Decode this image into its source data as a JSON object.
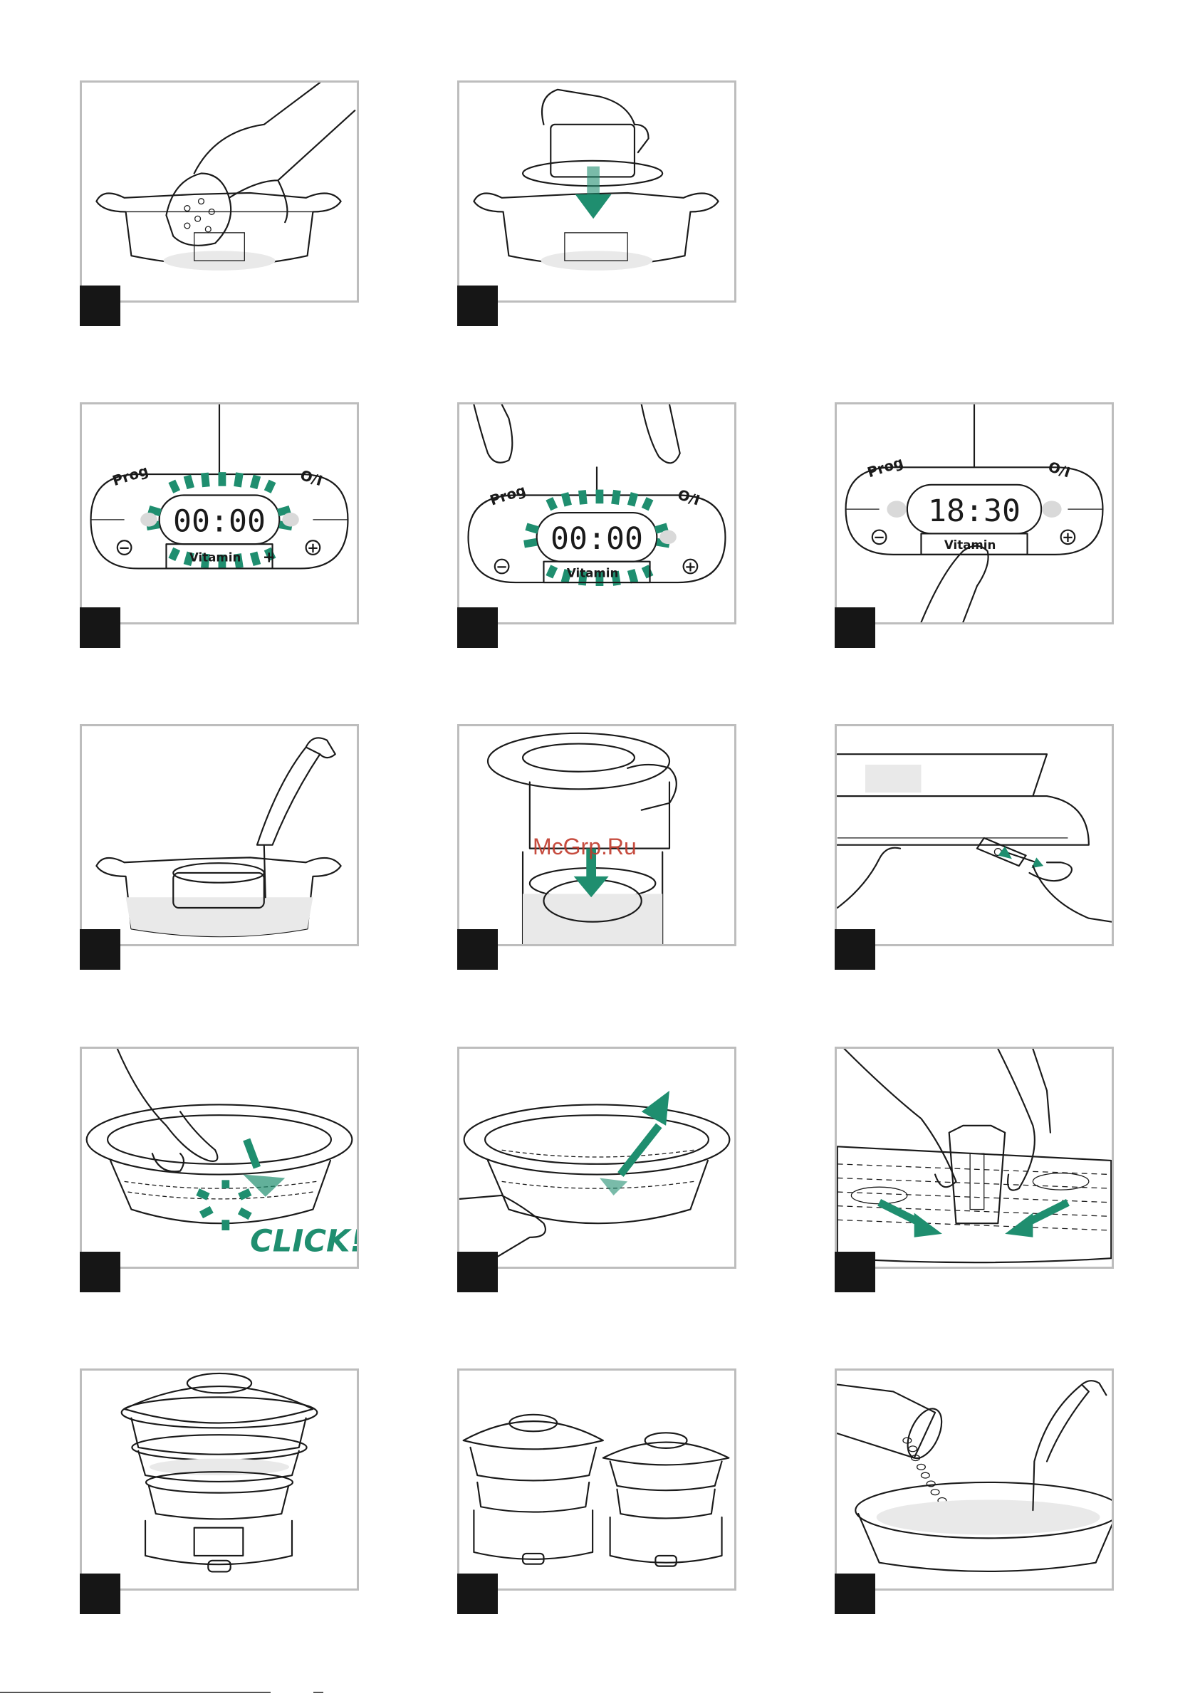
{
  "panels": [
    {
      "id": "r1c1",
      "caption": ""
    },
    {
      "id": "r1c2",
      "caption": ""
    },
    {
      "id": "r2c1",
      "display": "00:00",
      "prog": "Prog",
      "power": "O/I",
      "minus": "−",
      "plus": "+",
      "vitamin": "Vitamin"
    },
    {
      "id": "r2c2",
      "display": "00:00",
      "prog": "Prog",
      "power": "O/I",
      "minus": "−",
      "plus": "+",
      "vitamin": "Vitamin"
    },
    {
      "id": "r2c3",
      "display": "18:30",
      "prog": "Prog",
      "power": "O/I",
      "minus": "−",
      "plus": "+",
      "vitamin": "Vitamin"
    },
    {
      "id": "r3c1"
    },
    {
      "id": "r3c2"
    },
    {
      "id": "r3c3"
    },
    {
      "id": "r4c1",
      "click": "CLICK!"
    },
    {
      "id": "r4c2"
    },
    {
      "id": "r4c3"
    },
    {
      "id": "r5c1"
    },
    {
      "id": "r5c2"
    },
    {
      "id": "r5c3"
    }
  ],
  "watermark": "McGrp.Ru",
  "colors": {
    "accent": "#1f8e6f",
    "badge": "#161616",
    "frame": "#bdbdbd"
  }
}
